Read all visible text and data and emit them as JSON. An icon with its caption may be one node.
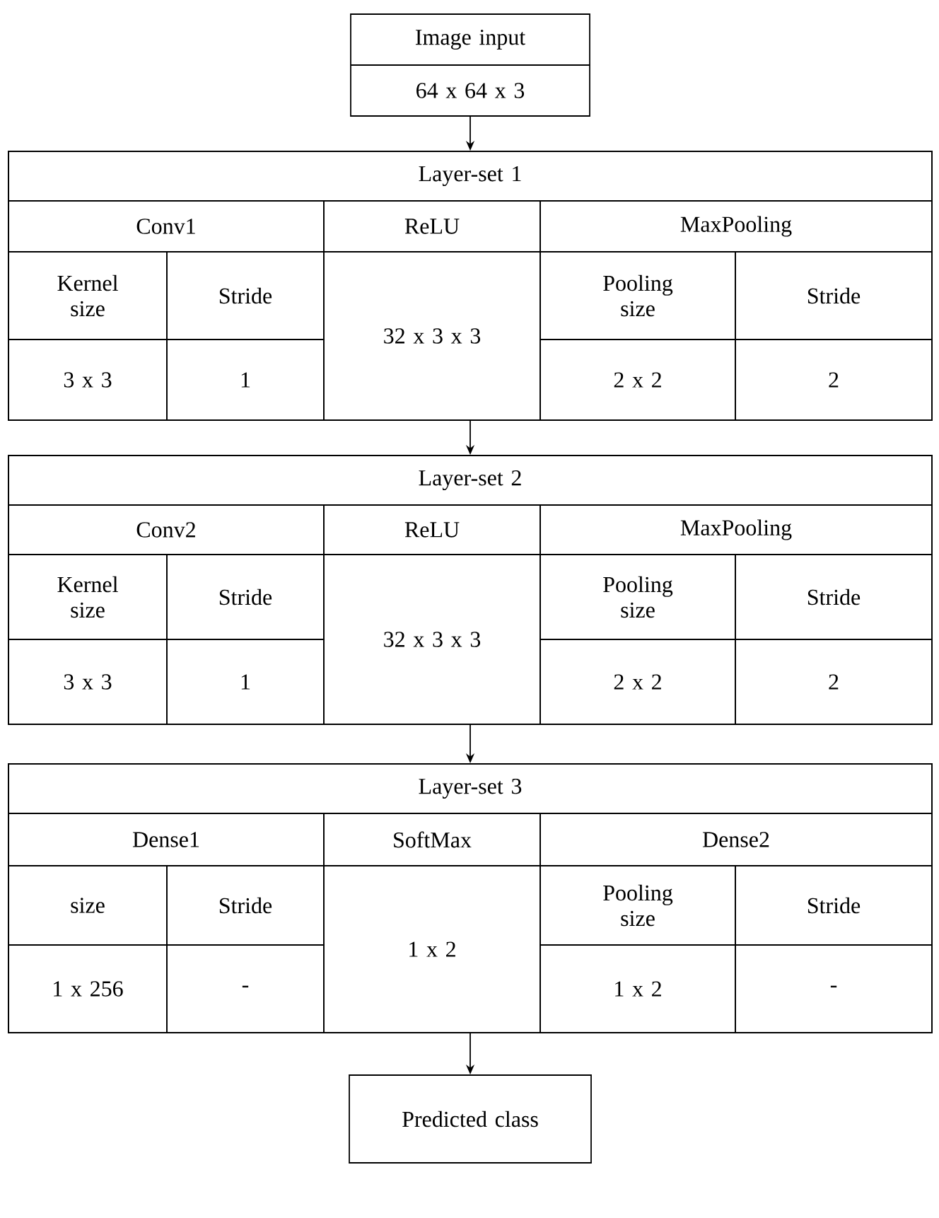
{
  "diagram": {
    "nodes": [
      {
        "text": [
          "Image input",
          "64 x 64 x 3"
        ]
      },
      {
        "text": [
          "Layer-set 1"
        ]
      },
      {
        "text": [
          "Conv1"
        ],
        "in": 1
      },
      {
        "text": [
          "ReLU"
        ],
        "in": 1
      },
      {
        "text": [
          "MaxPooling"
        ],
        "in": 1
      },
      {
        "text": [
          "Kernel size"
        ],
        "in": 1
      },
      {
        "text": [
          "Stride"
        ],
        "in": 1
      },
      {
        "text": [
          "32 x 3 x 3"
        ],
        "in": 1
      },
      {
        "text": [
          "Pooling size"
        ],
        "in": 1
      },
      {
        "text": [
          "Stride"
        ],
        "in": 1
      },
      {
        "text": [
          "3 x 3"
        ],
        "in": 1
      },
      {
        "text": [
          "1"
        ],
        "in": 1
      },
      {
        "text": [
          "2 x 2"
        ],
        "in": 1
      },
      {
        "text": [
          "2"
        ],
        "in": 1
      },
      {
        "text": [
          "Layer-set 2"
        ]
      },
      {
        "text": [
          "Conv2"
        ],
        "in": 14
      },
      {
        "text": [
          "ReLU"
        ],
        "in": 14
      },
      {
        "text": [
          "MaxPooling"
        ],
        "in": 14
      },
      {
        "text": [
          "Kernel size"
        ],
        "in": 14
      },
      {
        "text": [
          "Stride"
        ],
        "in": 14
      },
      {
        "text": [
          "32 x 3 x 3"
        ],
        "in": 14
      },
      {
        "text": [
          "Pooling size"
        ],
        "in": 14
      },
      {
        "text": [
          "Stride"
        ],
        "in": 14
      },
      {
        "text": [
          "3 x 3"
        ],
        "in": 14
      },
      {
        "text": [
          "1"
        ],
        "in": 14
      },
      {
        "text": [
          "2 x 2"
        ],
        "in": 14
      },
      {
        "text": [
          "2"
        ],
        "in": 14
      },
      {
        "text": [
          "Layer-set 3"
        ]
      },
      {
        "text": [
          "Dense1"
        ],
        "in": 27
      },
      {
        "text": [
          "SoftMax"
        ],
        "in": 27
      },
      {
        "text": [
          "Dense2"
        ],
        "in": 27
      },
      {
        "text": [
          "size"
        ],
        "in": 27
      },
      {
        "text": [
          "Stride"
        ],
        "in": 27
      },
      {
        "text": [
          "1 x 2"
        ],
        "in": 27
      },
      {
        "text": [
          "Pooling size"
        ],
        "in": 27
      },
      {
        "text": [
          "Stride"
        ],
        "in": 27
      },
      {
        "text": [
          "1 x 256"
        ],
        "in": 27
      },
      {
        "text": [
          "-"
        ],
        "in": 27
      },
      {
        "text": [
          "1 x 2"
        ],
        "in": 27
      },
      {
        "text": [
          "-"
        ],
        "in": 27
      },
      {
        "text": [
          "Predicted class"
        ]
      }
    ],
    "edges": [
      {
        "from": 0,
        "to": 1,
        "arrow": "to"
      },
      {
        "from": 1,
        "to": 14,
        "arrow": "to"
      },
      {
        "from": 14,
        "to": 27,
        "arrow": "to"
      },
      {
        "from": 27,
        "to": 40,
        "arrow": "to"
      }
    ]
  }
}
